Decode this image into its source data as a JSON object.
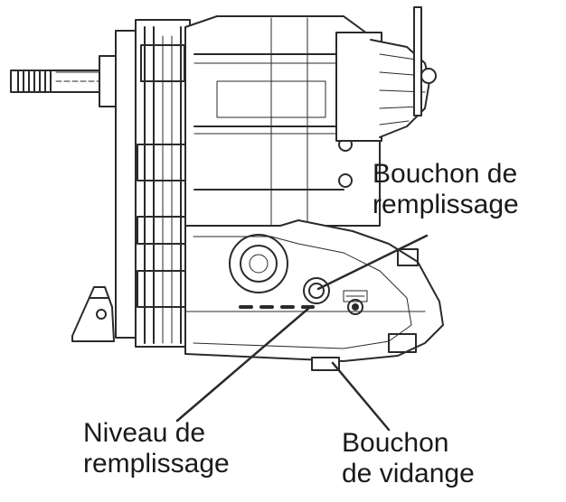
{
  "labels": {
    "fill_plug": {
      "line1": "Bouchon de",
      "line2": "remplissage"
    },
    "fill_level": {
      "line1": "Niveau de",
      "line2": "remplissage"
    },
    "drain_plug": {
      "line1": "Bouchon",
      "line2": "de vidange"
    }
  },
  "colors": {
    "line": "#2a2a2a",
    "ink": "#1a1a1a",
    "background": "#ffffff"
  }
}
